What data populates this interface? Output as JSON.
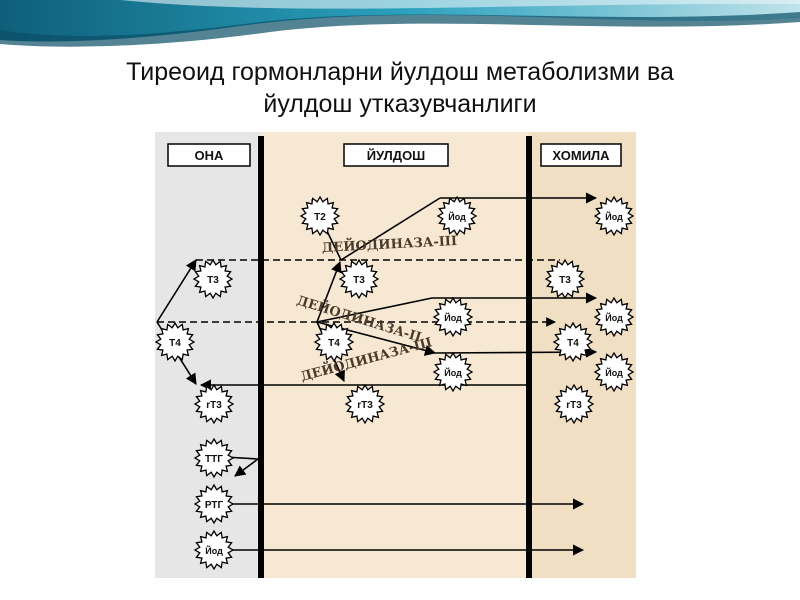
{
  "title": {
    "line1": "Тиреоид гормонларни йулдош метаболизми ва",
    "line2": "йулдош утказувчанлиги"
  },
  "columns": {
    "mother": "ОНА",
    "placenta": "ЙУЛДОШ",
    "fetus": "ХОМИЛА"
  },
  "labels": {
    "t2": "Т2",
    "t3": "Т3",
    "t4": "Т4",
    "rt3": "rТ3",
    "iodine": "Йод",
    "ttg": "ТТГ",
    "rtg": "РТГ"
  },
  "enzymes": {
    "d3_top": "ДЕЙОДИНАЗА-III",
    "d2": "ДЕЙОДИНАЗА-II",
    "d3_bottom": "ДЕЙОДИНАЗА-III"
  },
  "colors": {
    "mother_bg": "#e6e6e6",
    "placenta_bg": "#f6e8d2",
    "fetus_bg": "#f1dfc4",
    "banner": "#1f8aa8"
  }
}
